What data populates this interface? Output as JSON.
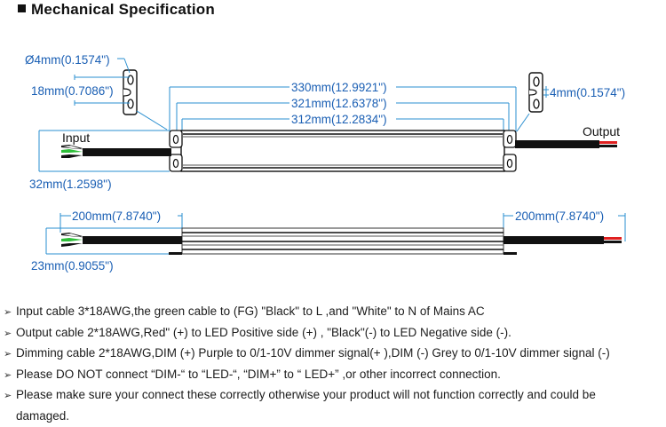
{
  "header": {
    "title": "Mechanical Specification",
    "bullet_icon": "square-bullet-icon"
  },
  "colors": {
    "dimension_blue": "#1a5fb4",
    "line_blue": "#2a8fd0",
    "ground_wire_green": "#2fbf3a",
    "positive_wire_red": "#e02020",
    "cable_black": "#111111"
  },
  "top_view": {
    "hole_diameter": "Ø4mm(0.1574\")",
    "mount_spacing": "18mm(0.7086\")",
    "slot_width": "4mm(0.1574\")",
    "overall_length": "330mm(12.9921\")",
    "mounting_length": "321mm(12.6378\")",
    "body_length": "312mm(12.2834\")",
    "width": "32mm(1.2598\")",
    "input_label": "Input",
    "output_label": "Output"
  },
  "side_view": {
    "input_cable_length": "200mm(7.8740\")",
    "output_cable_length": "200mm(7.8740\")",
    "height": "23mm(0.9055\")"
  },
  "notes": [
    "Input cable 3*18AWG,the green cable to (FG) \"Black\" to L ,and \"White\" to N of Mains AC",
    "Output cable 2*18AWG,Red\" (+) to LED Positive side (+) , \"Black\"(-)    to LED Negative side (-).",
    "Dimming cable 2*18AWG,DIM (+) Purple    to 0/1-10V dimmer signal(+ ),DIM (-) Grey to 0/1-10V dimmer signal (-)",
    "Please DO NOT connect “DIM-“ to “LED-“, “DIM+” to “ LED+” ,or other incorrect connection.",
    "Please make sure your connect these correctly otherwise your product will not function correctly and could be"
  ],
  "notes_continuation": "damaged.",
  "note_bullet": "➢"
}
